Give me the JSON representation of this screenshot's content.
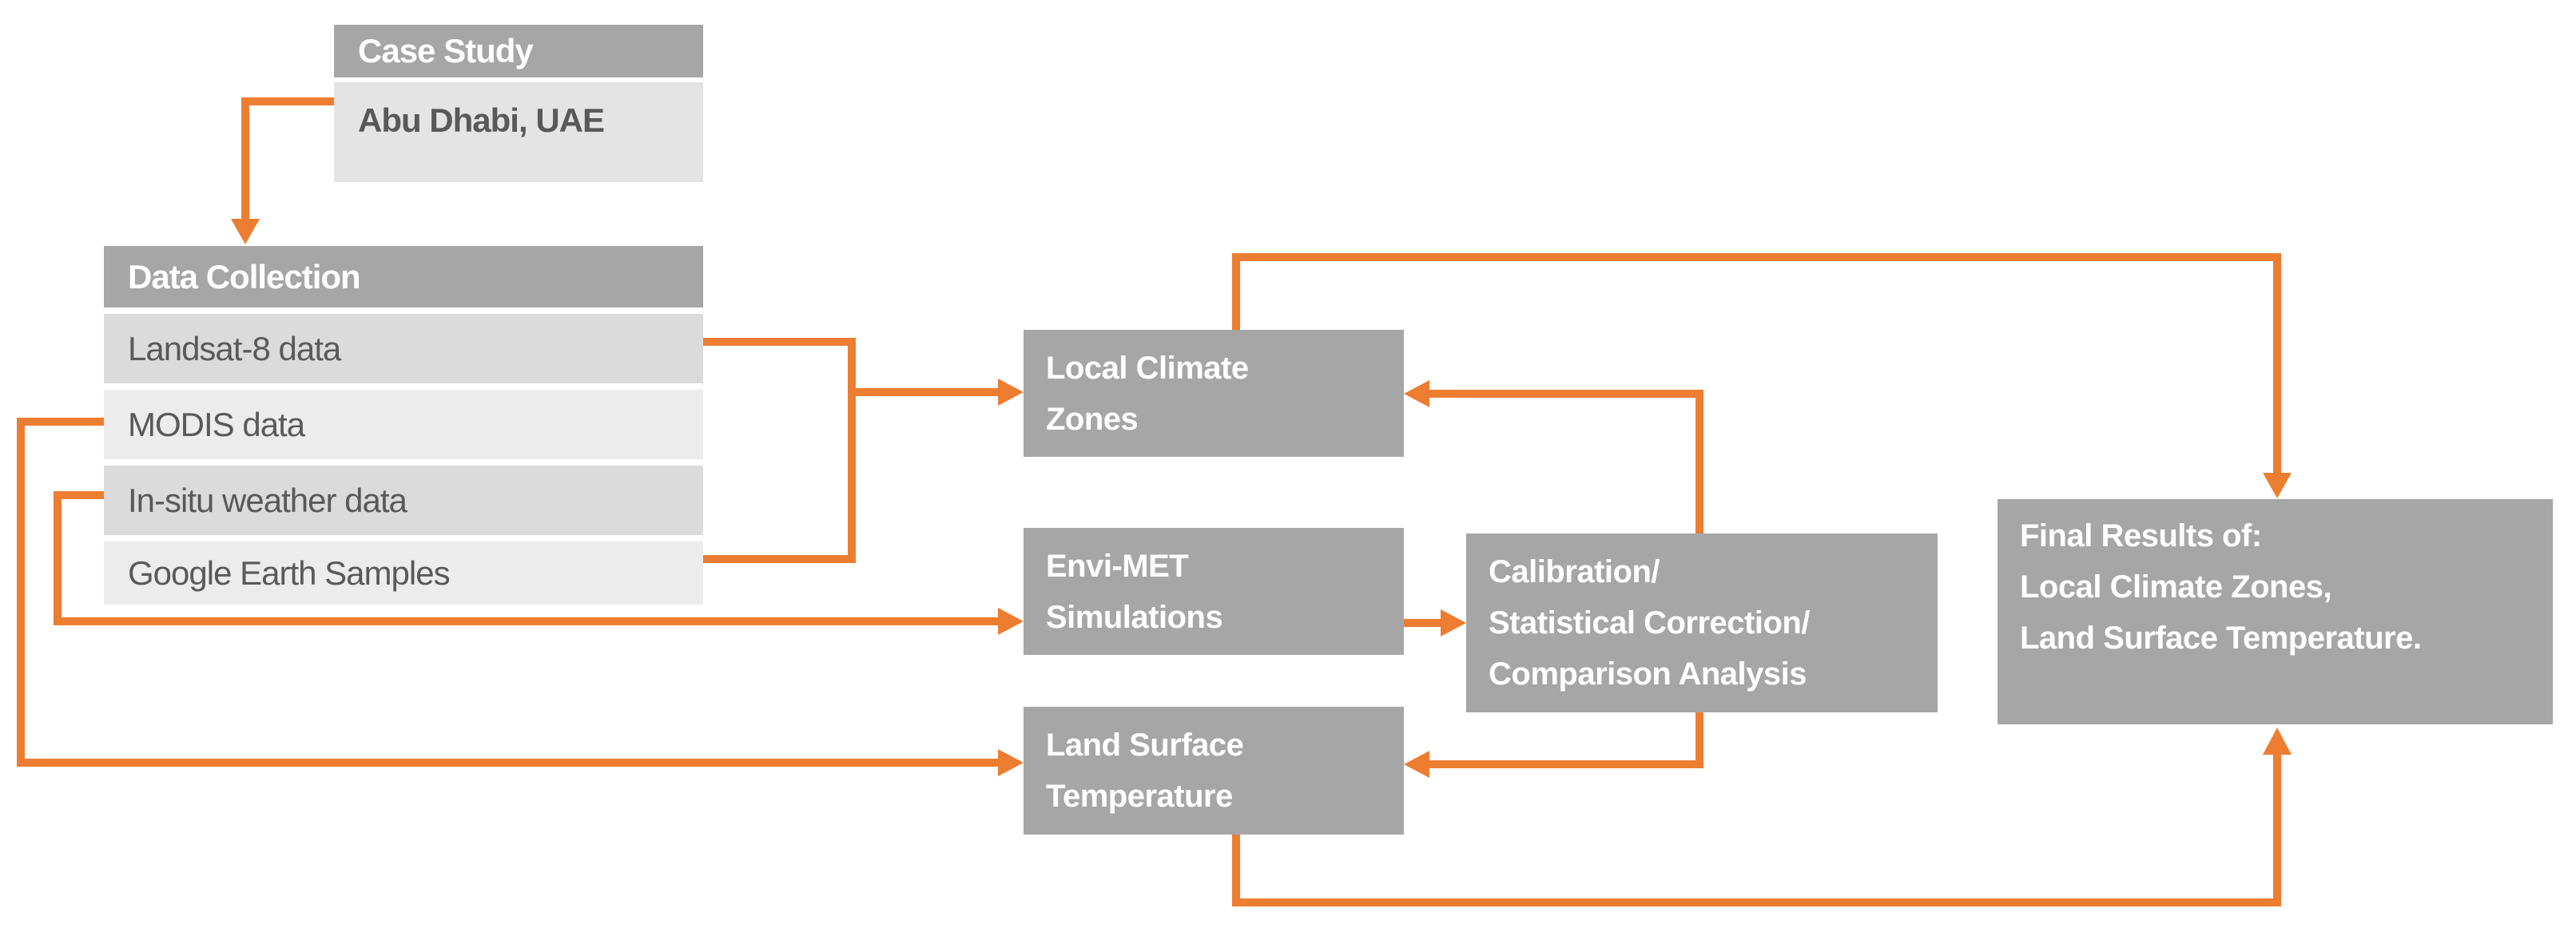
{
  "diagram": {
    "type": "flowchart",
    "nodes": {
      "case_study": {
        "header": "Case Study",
        "body": "Abu Dhabi, UAE"
      },
      "data_collection": {
        "header": "Data Collection",
        "items": [
          "Landsat-8 data",
          "MODIS data",
          "In-situ weather data",
          "Google Earth Samples"
        ]
      },
      "local_climate_zones": {
        "label": "Local Climate\nZones"
      },
      "envi_met": {
        "label": "Envi-MET\nSimulations"
      },
      "land_surface_temperature": {
        "label": "Land Surface\nTemperature"
      },
      "calibration": {
        "label": "Calibration/\nStatistical Correction/\nComparison Analysis"
      },
      "final_results": {
        "label": "Final Results of:\nLocal Climate Zones,\nLand Surface Temperature."
      }
    },
    "edges": [
      {
        "from": "Case Study (Abu Dhabi, UAE)",
        "to": "Data Collection"
      },
      {
        "from": "Landsat-8 data",
        "to": "Local Climate Zones"
      },
      {
        "from": "Google Earth Samples",
        "to": "Local Climate Zones"
      },
      {
        "from": "In-situ weather data",
        "to": "Envi-MET Simulations"
      },
      {
        "from": "MODIS data",
        "to": "Land Surface Temperature"
      },
      {
        "from": "Envi-MET Simulations",
        "to": "Calibration/Statistical Correction/Comparison Analysis"
      },
      {
        "from": "Calibration/Statistical Correction/Comparison Analysis",
        "to": "Local Climate Zones"
      },
      {
        "from": "Calibration/Statistical Correction/Comparison Analysis",
        "to": "Land Surface Temperature"
      },
      {
        "from": "Local Climate Zones",
        "to": "Final Results"
      },
      {
        "from": "Land Surface Temperature",
        "to": "Final Results"
      }
    ],
    "colors": {
      "accent_orange": "#ED7D31",
      "box_gray": "#A6A6A6",
      "row_shade_dark": "#DBDBDB",
      "row_shade_light": "#ECECEC",
      "case_body_gray": "#E4E4E4",
      "dark_text": "#595959",
      "white_text": "#FFFFFF"
    }
  }
}
